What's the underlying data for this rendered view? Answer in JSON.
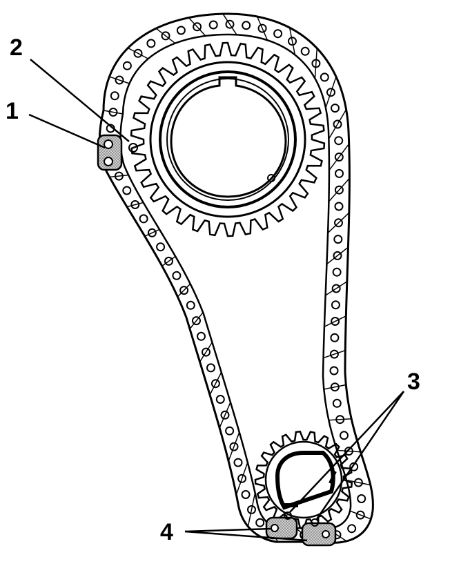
{
  "diagram": {
    "callouts": [
      {
        "id": "1",
        "label": "1"
      },
      {
        "id": "2",
        "label": "2"
      },
      {
        "id": "3",
        "label": "3"
      },
      {
        "id": "4",
        "label": "4"
      }
    ]
  },
  "colors": {
    "ink": "#000000",
    "background": "#ffffff",
    "shaded_link": "#bdbdbd"
  }
}
